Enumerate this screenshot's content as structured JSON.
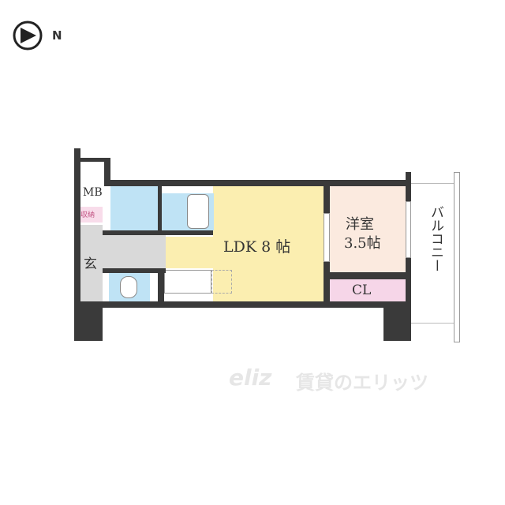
{
  "compass": {
    "icon": "north-arrow-icon",
    "label": "N"
  },
  "rooms": {
    "mb": "MB",
    "storage": "収納",
    "entrance": "玄",
    "ldk": "LDK 8 帖",
    "western_room_name": "洋室",
    "western_room_size": "3.5帖",
    "closet": "CL",
    "balcony": "バルコニー"
  },
  "watermark": {
    "logo": "eliz",
    "text": "賃貸のエリッツ"
  },
  "colors": {
    "wall": "#3a3a3a",
    "ldk": "#fbeeb0",
    "western_room": "#fbeadf",
    "closet": "#f6d6e8",
    "wet_area": "#bfe3f5",
    "entrance": "#d9d9d9",
    "storage": "#f8dcea"
  }
}
